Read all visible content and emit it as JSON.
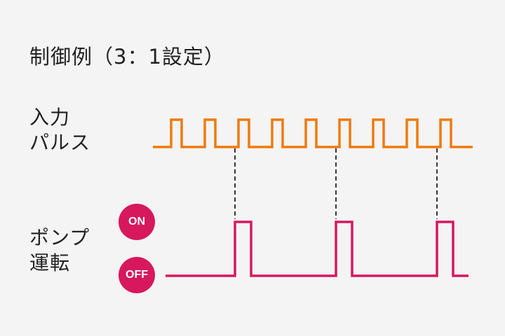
{
  "title": "制御例（3：1設定）",
  "input_label": [
    "入力",
    "パルス"
  ],
  "pump_label": [
    "ポンプ",
    "運転"
  ],
  "badges": {
    "on": "ON",
    "off": "OFF"
  },
  "colors": {
    "input": "#ef7a0c",
    "pump": "#d7185d",
    "badge": "#d7185d",
    "dash": "#222222"
  },
  "ratio": "3:1",
  "input_pulse_count": 9,
  "pump_pulse_count": 3
}
